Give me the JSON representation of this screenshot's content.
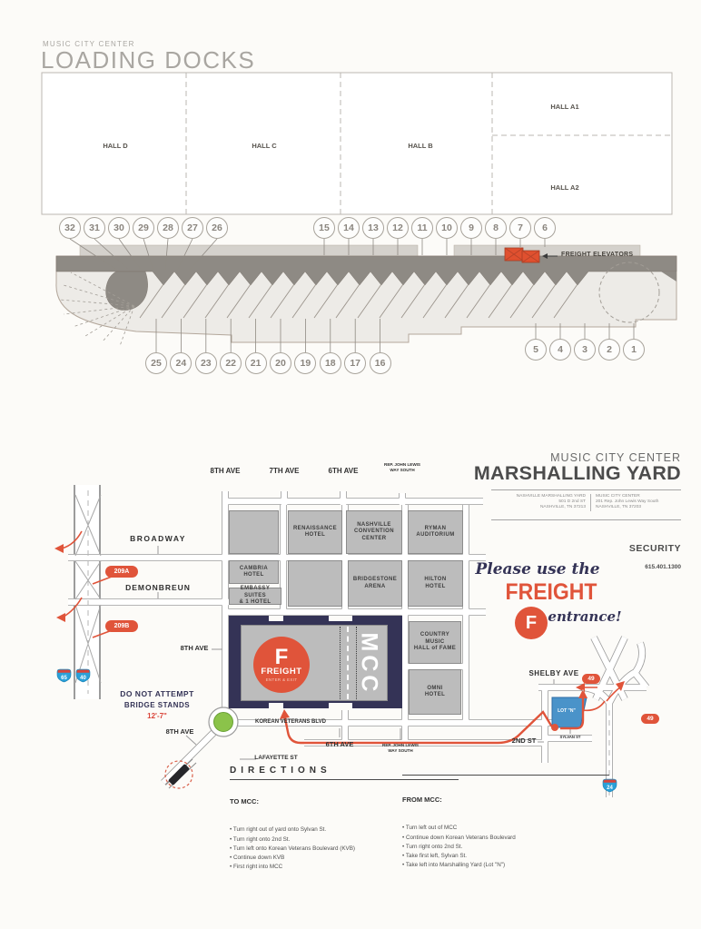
{
  "loading_docks": {
    "eyebrow": "MUSIC CITY CENTER",
    "title": "LOADING DOCKS",
    "hall_labels": {
      "d": "HALL D",
      "c": "HALL C",
      "b": "HALL B",
      "a1": "HALL A1",
      "a2": "HALL A2"
    },
    "freight_elevators": "FREIGHT ELEVATORS",
    "dock_numbers": {
      "top_left": [
        "32",
        "31",
        "30",
        "29",
        "28",
        "27",
        "26"
      ],
      "top_right": [
        "15",
        "14",
        "13",
        "12",
        "11",
        "10",
        "9",
        "8",
        "7",
        "6"
      ],
      "bottom_left": [
        "25",
        "24",
        "23",
        "22",
        "21",
        "20",
        "19",
        "18",
        "17",
        "16"
      ],
      "bottom_right": [
        "5",
        "4",
        "3",
        "2",
        "1"
      ]
    }
  },
  "marshalling_yard": {
    "title_block": {
      "eyebrow": "MUSIC CITY CENTER",
      "title": "MARSHALLING YARD",
      "address_left": "NASHVILLE MARSHALLING YARD\n501 D 2nd ST\nNASHVILLE, TN 37213",
      "address_right": "MUSIC CITY CENTER\n201 Rep. John Lewis Way South\nNASHVILLE, TN 37203",
      "security_label": "SECURITY",
      "security_phone": "615.401.1300"
    },
    "streets": {
      "ave8_top": "8TH AVE",
      "ave7_top": "7TH AVE",
      "ave6_top": "6TH AVE",
      "rjlw_top": "REP. JOHN LEWIS\nWAY SOUTH",
      "broadway": "BROADWAY",
      "demonbreun": "DEMONBREUN",
      "ave8_mid": "8TH AVE",
      "ave8_low": "8TH AVE",
      "kvb": "KOREAN VETERANS BLVD",
      "lafayette": "LAFAYETTE ST",
      "ave6_low": "6TH AVE",
      "rjlw_low": "REP. JOHN LEWIS\nWAY SOUTH",
      "st2": "2ND ST",
      "sylvan": "SYLVAN ST",
      "shelby": "SHELBY AVE",
      "lot_n": "LOT \"N\""
    },
    "badges": {
      "exit_a": "209A",
      "exit_b": "209B",
      "hwy49_a": "49",
      "hwy49_b": "49",
      "i65": "65",
      "i40": "40",
      "i24": "24"
    },
    "warning": {
      "line1": "DO NOT ATTEMPT",
      "line2": "BRIDGE STANDS",
      "height": "12'-7\""
    },
    "freight_note": {
      "line1": "Please use the",
      "word": "FREIGHT",
      "f": "F",
      "line2": "entrance!"
    },
    "mcc": {
      "f": "F",
      "freight": "FREIGHT",
      "sub": "ENTER & EXIT",
      "name": "MCC"
    },
    "buildings": [
      {
        "id": "blank1",
        "label": ""
      },
      {
        "id": "renaissance",
        "label": "RENAISSANCE\nHOTEL"
      },
      {
        "id": "ncc",
        "label": "NASHVILLE\nCONVENTION\nCENTER"
      },
      {
        "id": "ryman",
        "label": "RYMAN\nAUDITORIUM"
      },
      {
        "id": "cambria",
        "label": "CAMBRIA\nHOTEL"
      },
      {
        "id": "embassy",
        "label": "EMBASSY SUITES\n& 1 HOTEL"
      },
      {
        "id": "blank2",
        "label": ""
      },
      {
        "id": "bridgestone",
        "label": "BRIDGESTONE\nARENA"
      },
      {
        "id": "hilton",
        "label": "HILTON\nHOTEL"
      },
      {
        "id": "cmhf",
        "label": "COUNTRY\nMUSIC\nHALL of FAME"
      },
      {
        "id": "omni",
        "label": "OMNI\nHOTEL"
      }
    ],
    "directions": {
      "heading": "DIRECTIONS",
      "to": {
        "title": "TO MCC:",
        "items": [
          "Turn right out of yard onto Sylvan St.",
          "Turn right onto 2nd St.",
          "Turn left onto  Korean Veterans Boulevard (KVB)",
          "Continue down KVB",
          "First right into MCC"
        ]
      },
      "from": {
        "title": "FROM MCC:",
        "items": [
          "Turn left out of MCC",
          "Continue down Korean Veterans Boulevard",
          "Turn right onto 2nd St.",
          "Take first left, Sylvan St.",
          "Take left into Marshalling Yard (Lot \"N\")"
        ]
      }
    }
  }
}
